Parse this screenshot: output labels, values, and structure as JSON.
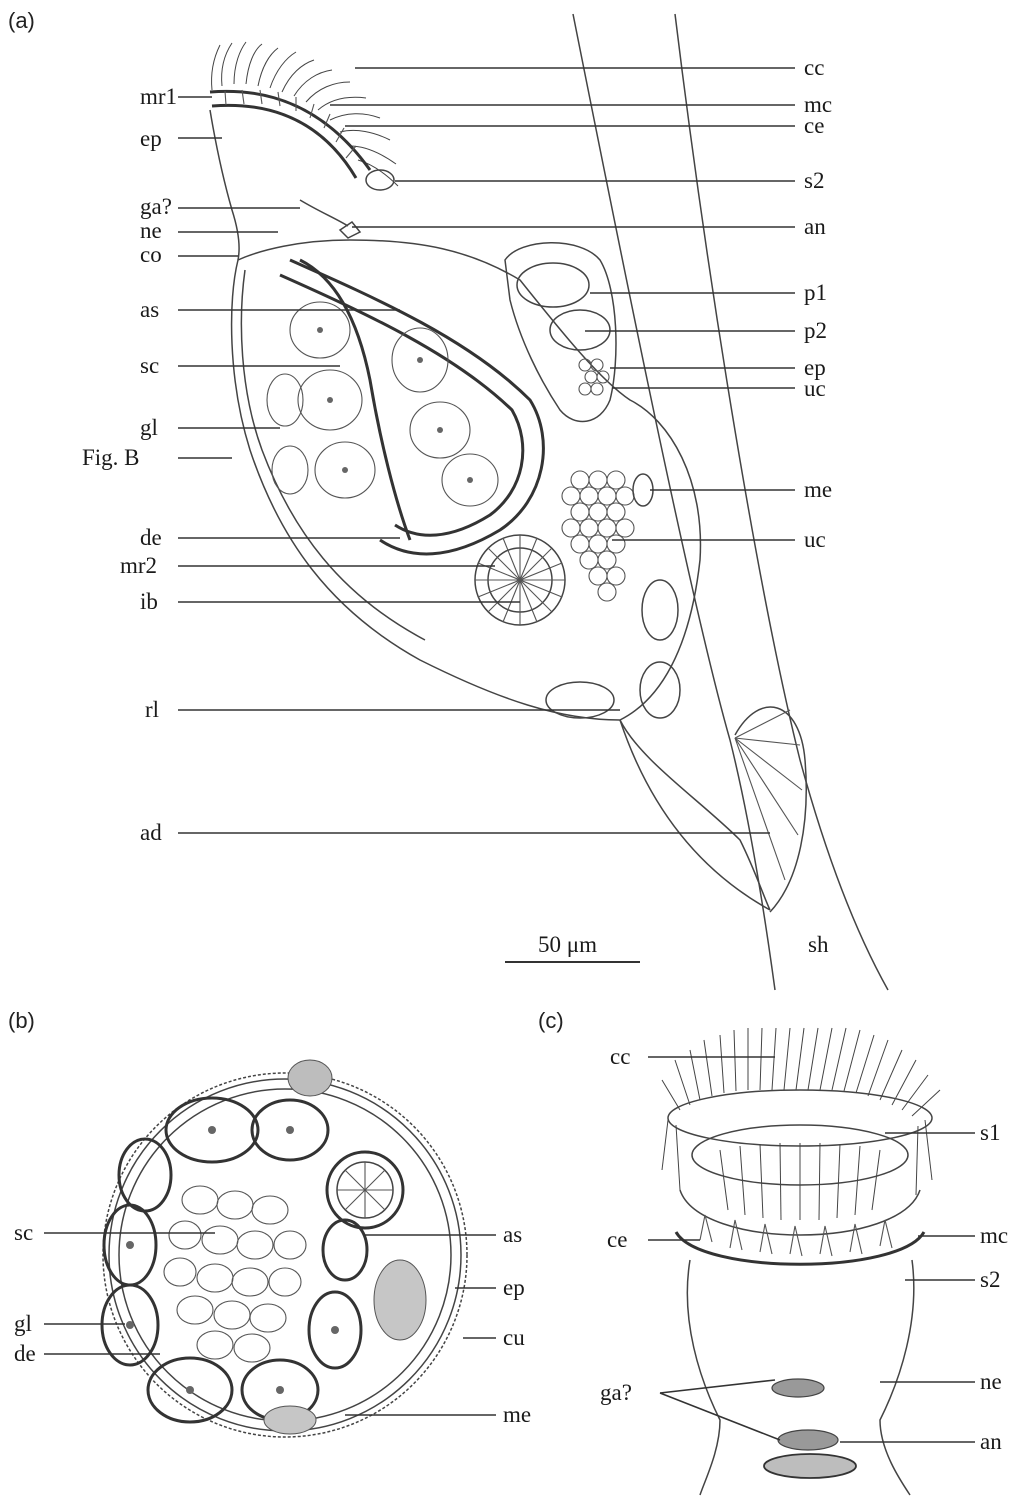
{
  "panels": {
    "a": {
      "panel_label": "(a)",
      "labels_left": [
        "mr1",
        "ep",
        "ga?",
        "ne",
        "co",
        "as",
        "sc",
        "gl",
        "Fig. B",
        "de",
        "mr2",
        "ib",
        "rl",
        "ad"
      ],
      "labels_right": [
        "cc",
        "mc",
        "ce",
        "s2",
        "an",
        "p1",
        "p2",
        "ep",
        "uc",
        "me",
        "uc",
        "sh"
      ],
      "scale_bar": "50 μm"
    },
    "b": {
      "panel_label": "(b)",
      "labels_left": [
        "sc",
        "gl",
        "de"
      ],
      "labels_right": [
        "as",
        "ep",
        "cu",
        "me"
      ]
    },
    "c": {
      "panel_label": "(c)",
      "labels_left": [
        "cc",
        "ce",
        "ga?"
      ],
      "labels_right": [
        "s1",
        "mc",
        "s2",
        "ne",
        "an"
      ]
    }
  },
  "colors": {
    "ink": "#1a1a1a",
    "line": "#333333",
    "background": "#ffffff"
  }
}
